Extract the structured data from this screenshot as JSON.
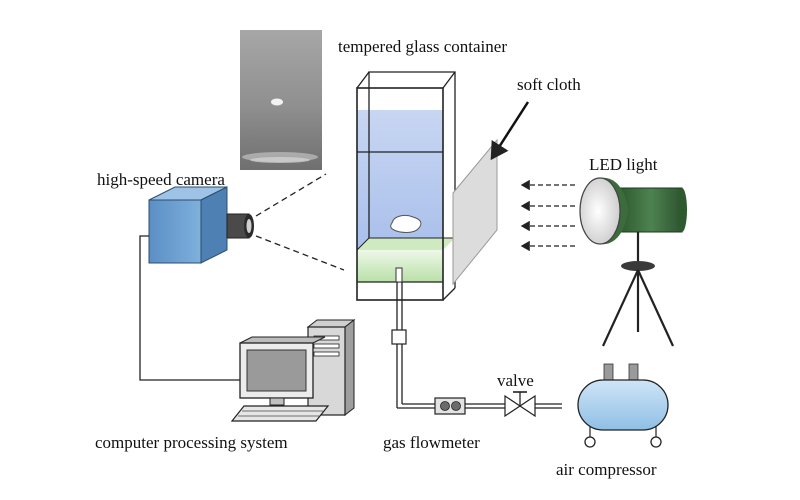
{
  "labels": {
    "container": "tempered glass container",
    "cloth": "soft cloth",
    "camera": "high-speed camera",
    "led": "LED light",
    "computer": "computer processing system",
    "flowmeter": "gas flowmeter",
    "valve": "valve",
    "compressor": "air compressor"
  },
  "colors": {
    "water": "#b9cdf0",
    "sediment": "#d3ecc6",
    "camera_body": "#6c9fd0",
    "led_body": "#3f6e3f",
    "compressor_tank": "#aad0ef",
    "cloth": "#d9d9d9",
    "line": "#222222"
  },
  "icons": [
    "photo-inset",
    "high-speed-camera-icon",
    "led-lamp-icon",
    "tripod-icon",
    "computer-monitor-icon",
    "computer-tower-icon",
    "keyboard-icon",
    "gas-flowmeter-icon",
    "valve-icon",
    "air-compressor-icon"
  ]
}
